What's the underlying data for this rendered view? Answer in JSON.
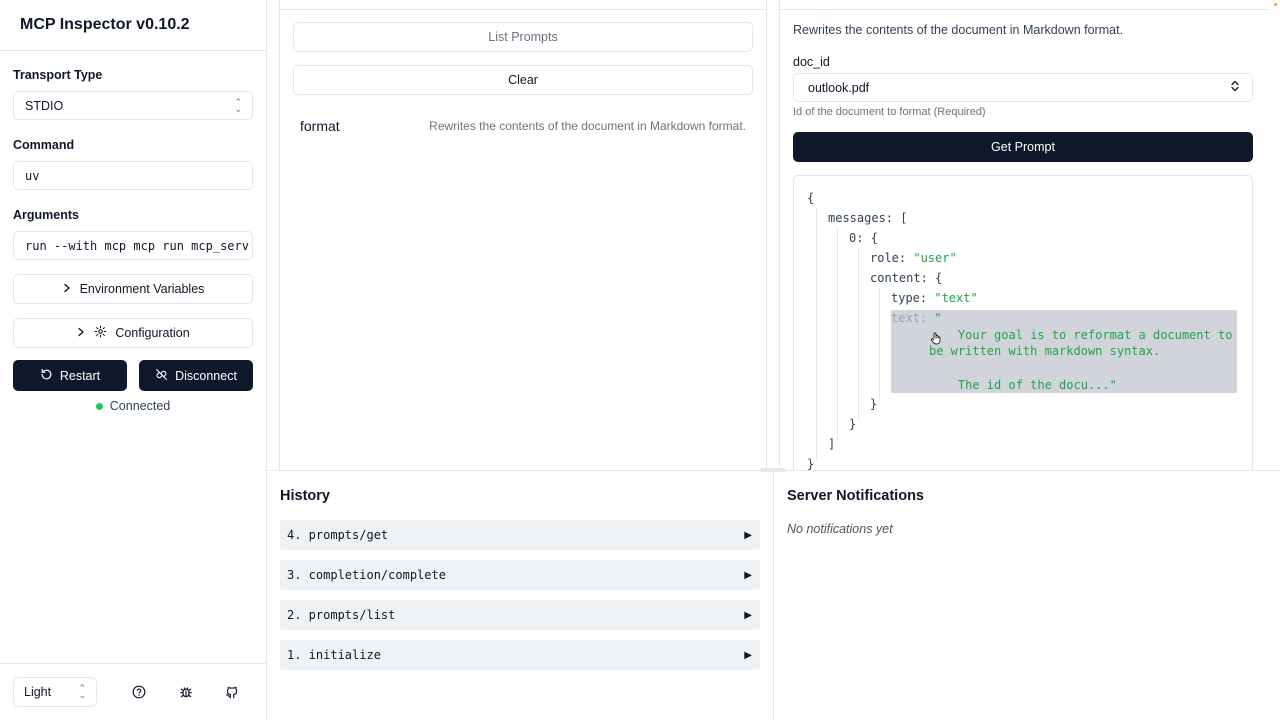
{
  "sidebar": {
    "app_title": "MCP Inspector v0.10.2",
    "transport_label": "Transport Type",
    "transport_value": "STDIO",
    "command_label": "Command",
    "command_value": "uv",
    "arguments_label": "Arguments",
    "arguments_value": "run --with mcp mcp run mcp_serv",
    "env_button": "Environment Variables",
    "config_button": "Configuration",
    "restart_button": "Restart",
    "disconnect_button": "Disconnect",
    "status": "Connected",
    "theme_value": "Light"
  },
  "prompts": {
    "list_button": "List Prompts",
    "clear_button": "Clear",
    "items": [
      {
        "name": "format",
        "description": "Rewrites the contents of the document in Markdown format."
      }
    ]
  },
  "detail": {
    "description": "Rewrites the contents of the document in Markdown format.",
    "arg_label": "doc_id",
    "arg_value": "outlook.pdf",
    "arg_help": "Id of the document to format (Required)",
    "get_button": "Get Prompt",
    "json": {
      "open_brace": "{",
      "messages_key": "messages:",
      "open_bracket": "[",
      "index_key": "0:",
      "role_key": "role:",
      "role_value": "\"user\"",
      "content_key": "content:",
      "type_key": "type:",
      "type_value": "\"text\"",
      "text_key": "text:",
      "text_line1": "\"",
      "text_line2": "    Your goal is to reformat a document to",
      "text_line3": "be written with markdown syntax.",
      "text_line4": "    The id of the docu...\"",
      "close_brace": "}",
      "close_bracket": "]"
    }
  },
  "history": {
    "title": "History",
    "items": [
      {
        "label": "4. prompts/get"
      },
      {
        "label": "3. completion/complete"
      },
      {
        "label": "2. prompts/list"
      },
      {
        "label": "1. initialize"
      }
    ],
    "expand_glyph": "▶"
  },
  "notifications": {
    "title": "Server Notifications",
    "empty": "No notifications yet"
  },
  "colors": {
    "accent_dark": "#0f172a",
    "connected": "#22c55e",
    "json_string": "#22a34a"
  }
}
